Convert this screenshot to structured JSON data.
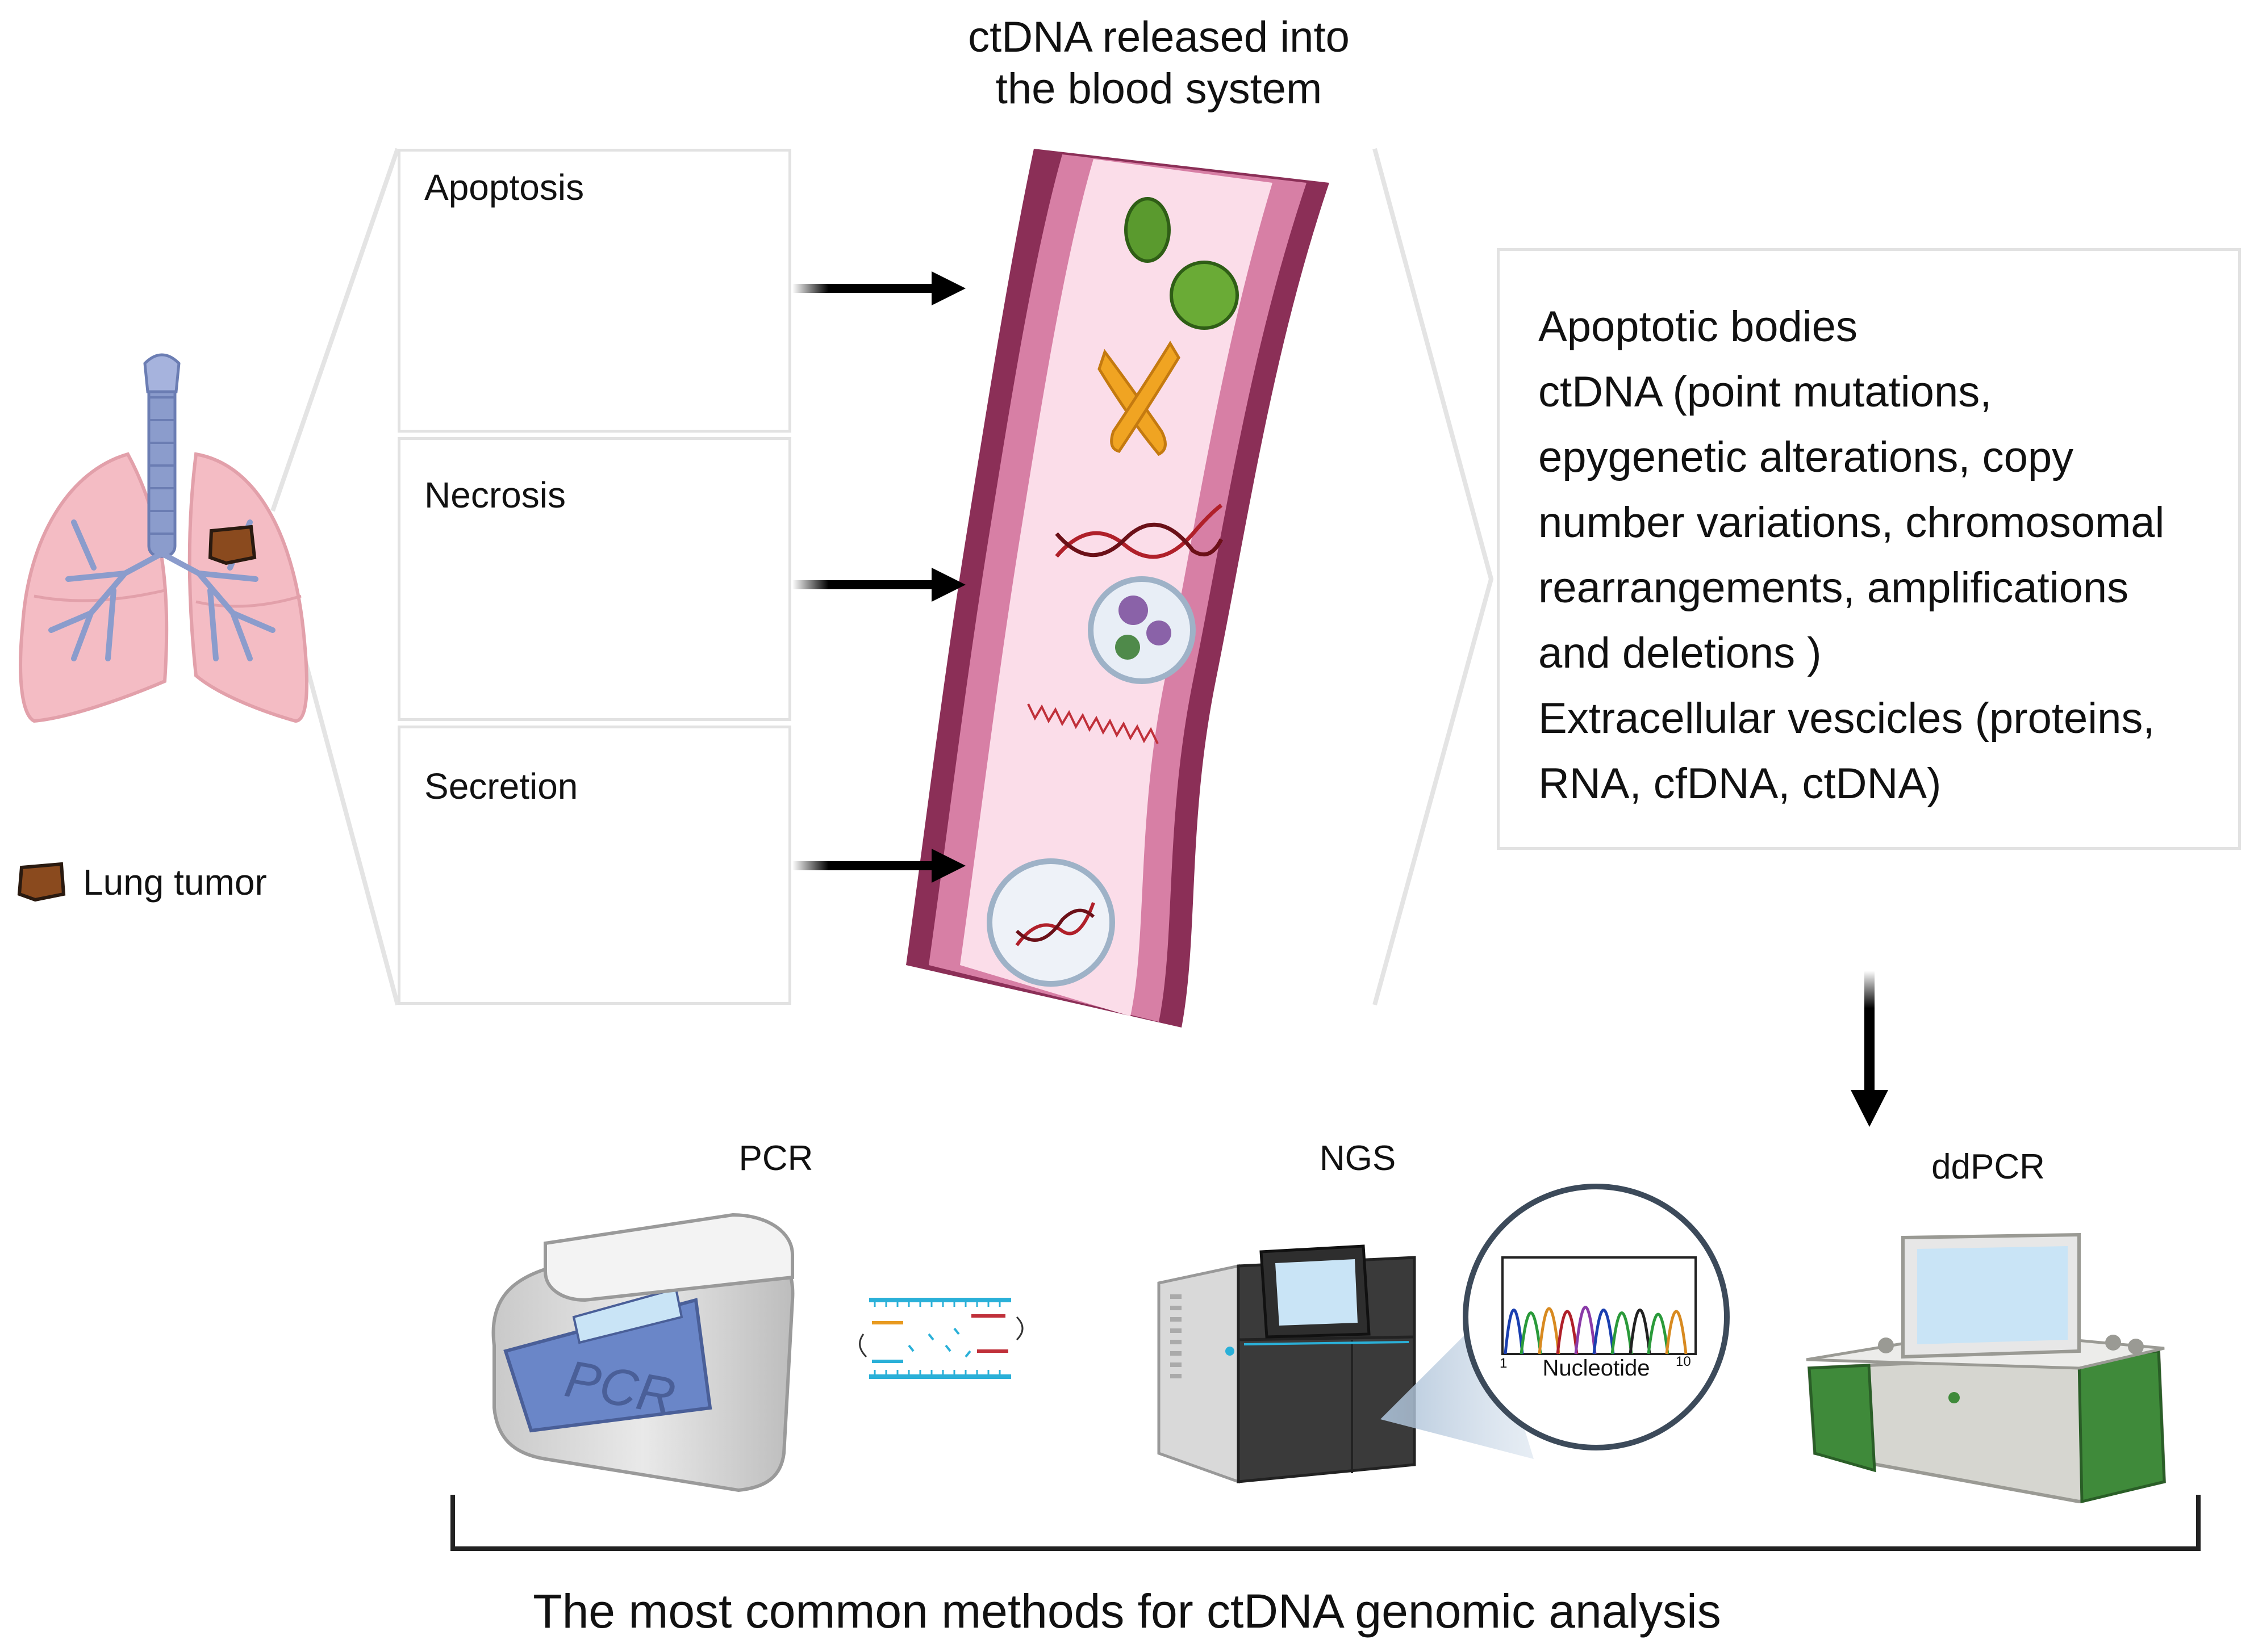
{
  "header": {
    "title_line1": "ctDNA released into",
    "title_line2": "the blood system"
  },
  "processes": [
    {
      "label": "Apoptosis",
      "color": "#5a9a2e"
    },
    {
      "label": "Necrosis",
      "color": "#3f6f8e"
    },
    {
      "label": "Secretion",
      "color": "#a83236"
    }
  ],
  "legend": {
    "label": "Lung tumor",
    "color": "#8a4a1e"
  },
  "contents": {
    "lines": [
      "Apoptotic bodies",
      "ctDNA (point mutations,",
      "epygenetic alterations, copy",
      "number variations, chromosomal",
      "rearrangements, amplifications",
      "and deletions )",
      "Extracellular vescicles (proteins,",
      "RNA, cfDNA, ctDNA)"
    ]
  },
  "methods": {
    "pcr": {
      "label": "PCR",
      "screen_text": "PCR"
    },
    "ngs": {
      "label": "NGS",
      "chromatogram_label": "Nucleotide",
      "axis_start": "1",
      "axis_end": "10"
    },
    "ddpcr": {
      "label": "ddPCR"
    }
  },
  "caption": "The most common methods for ctDNA genomic analysis",
  "colors": {
    "vessel_wall": "#8b2f57",
    "vessel_inner": "#d77fa5",
    "plasma": "#fbdde9",
    "arrow": "#000000",
    "box_border": "#e2e2e2"
  }
}
